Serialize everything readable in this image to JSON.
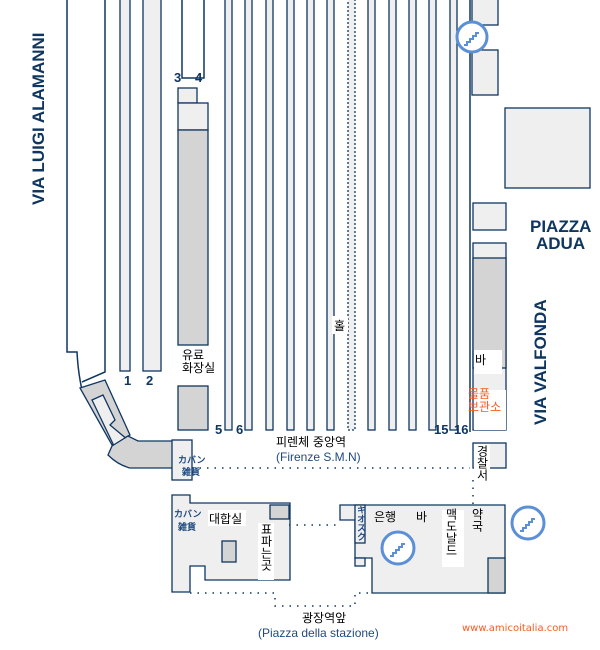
{
  "streets": {
    "west": "VIA LUIGI ALAMANNI",
    "east": "VIA VALFONDA",
    "piazza_line1": "PIAZZA",
    "piazza_line2": "ADUA"
  },
  "platforms": [
    "1",
    "2",
    "3",
    "4",
    "5",
    "6",
    "15",
    "16"
  ],
  "labels": {
    "hall": "홀",
    "toilet_line1": "유료",
    "toilet_line2": "화장실",
    "bar_east": "바",
    "luggage_line1": "물품",
    "luggage_line2": "보관소",
    "station_ko": "피렌체 중앙역",
    "station_en": "(Firenze S.M.N)",
    "bag_shop_top_line1": "カバン",
    "bag_shop_top_line2": "雑貨",
    "bag_shop_bottom_line1": "カバン",
    "bag_shop_bottom_line2": "雑貨",
    "police": "경찰서",
    "waiting_room": "대합실",
    "ticket_office": "표파는곳",
    "kiosk": "キオスク",
    "bank": "은행",
    "bar_south": "바",
    "mcdonalds": "맥도날드",
    "pharmacy": "약국",
    "square_ko": "광장역앞",
    "square_en": "(Piazza della stazione)"
  },
  "watermark": "www.amicoitalia.com",
  "colors": {
    "line": "#0f3660",
    "stairs": "#5b8fd6",
    "accent": "#ff5a1f"
  }
}
